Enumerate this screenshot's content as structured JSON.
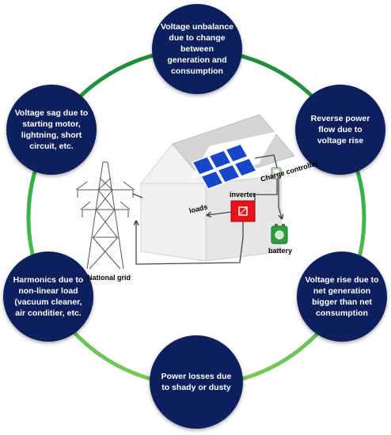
{
  "colors": {
    "ring": "#3aaa35",
    "bubble": "#0d1f5c",
    "bubble_text": "#ffffff",
    "inverter": "#e8121a",
    "battery": "#2e9e3e",
    "panel": "#1747c9"
  },
  "issues": [
    {
      "id": "top",
      "text": "Voltage unbalance due to change between generation and consumption"
    },
    {
      "id": "upper_left",
      "text": "Voltage sag due to starting motor, lightning, short circuit, etc."
    },
    {
      "id": "upper_right",
      "text": "Reverse power flow due to voltage rise"
    },
    {
      "id": "lower_left",
      "text": "Harmonics due to non-linear load (vacuum cleaner, air conditier, etc."
    },
    {
      "id": "lower_right",
      "text": "Voltage rise due to net generation bigger than net consumption"
    },
    {
      "id": "bottom",
      "text": "Power losses due to shady or dusty"
    }
  ],
  "labels": {
    "inverter": "inverter",
    "charge_controller": "Charge controller",
    "loads": "loads",
    "battery": "battery",
    "national_grid": "National grid"
  }
}
